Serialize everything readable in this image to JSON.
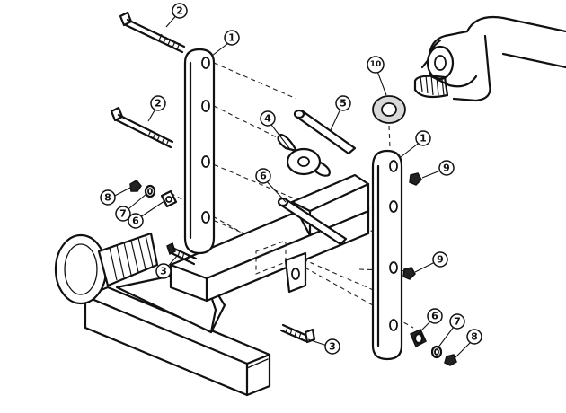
{
  "diagram": {
    "callouts": [
      {
        "label": "1"
      },
      {
        "label": "1"
      },
      {
        "label": "2"
      },
      {
        "label": "2"
      },
      {
        "label": "3"
      },
      {
        "label": "3"
      },
      {
        "label": "4"
      },
      {
        "label": "5"
      },
      {
        "label": "6"
      },
      {
        "label": "6"
      },
      {
        "label": "6"
      },
      {
        "label": "7"
      },
      {
        "label": "7"
      },
      {
        "label": "8"
      },
      {
        "label": "8"
      },
      {
        "label": "9"
      },
      {
        "label": "9"
      },
      {
        "label": "10"
      }
    ],
    "colors": {
      "ink": "#111111",
      "paper": "#ffffff"
    }
  }
}
